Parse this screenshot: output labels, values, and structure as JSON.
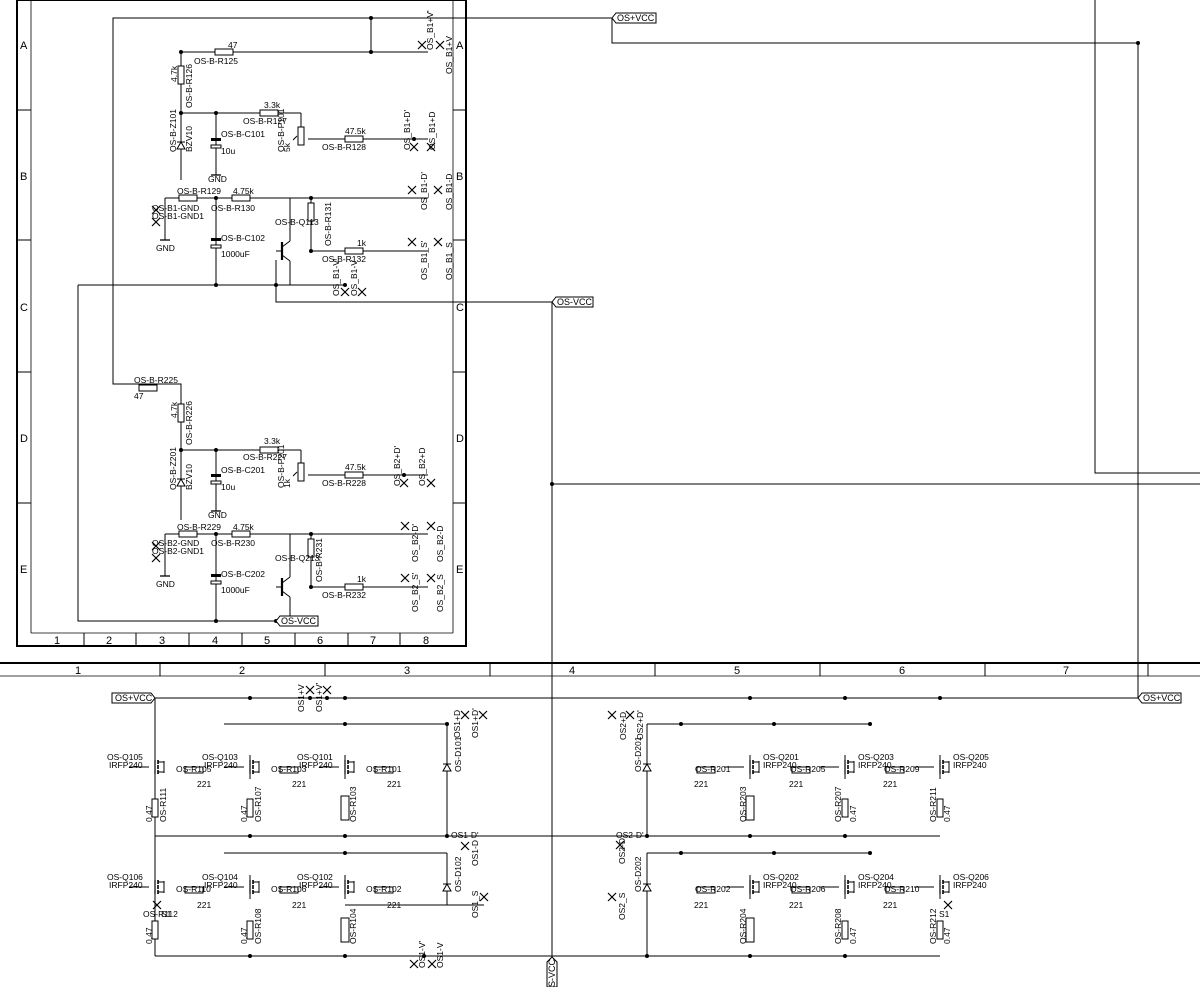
{
  "frame": {
    "rows": [
      "A",
      "B",
      "C",
      "D",
      "E"
    ],
    "inner_cols": [
      "1",
      "2",
      "3",
      "4",
      "5",
      "6",
      "7",
      "8"
    ],
    "outer_cols": [
      "1",
      "2",
      "3",
      "4",
      "5",
      "6",
      "7"
    ]
  },
  "nets": {
    "pos_vcc": "OS+VCC",
    "neg_vcc": "OS-VCC",
    "neg_vcc_bottom": "S-VCC",
    "gnd": "GND"
  },
  "upper_block": {
    "r125": {
      "ref": "OS-B-R125",
      "val": "47"
    },
    "r126": {
      "ref": "OS-B-R126",
      "val": "4.7k"
    },
    "z101": {
      "ref": "OS-B-Z101",
      "val": "BZV10"
    },
    "c101": {
      "ref": "OS-B-C101",
      "val": "10u"
    },
    "r127": {
      "ref": "OS-B-R127",
      "val": "3.3k"
    },
    "p101": {
      "ref": "OS-B-P101",
      "val": "5k"
    },
    "r128": {
      "ref": "OS-B-R128",
      "val": "47.5k"
    },
    "r129": {
      "ref": "OS-B-R129",
      "val": "4.75k"
    },
    "r130": {
      "ref": "OS-B-R130"
    },
    "gnd1a": "OS-B1-GND",
    "gnd1b": "OS-B1-GND1",
    "c102": {
      "ref": "OS-B-C102",
      "val": "1000uF"
    },
    "q113": {
      "ref": "OS-B-Q113"
    },
    "r131": {
      "ref": "OS-B-R131"
    },
    "r132": {
      "ref": "OS-B-R132",
      "val": "1k"
    },
    "pads": [
      "OS_B1+V'",
      "OS_B1+V",
      "OS_B1+D'",
      "OS_B1+D",
      "OS_B1-D'",
      "OS_B1-D",
      "OS_B1_S'",
      "OS_B1_S",
      "OS_B1-V'",
      "OS_B1-V"
    ]
  },
  "lower_block": {
    "r225": {
      "ref": "OS-B-R225",
      "val": "47"
    },
    "r226": {
      "ref": "OS-B-R226",
      "val": "4.7k"
    },
    "z201": {
      "ref": "OS-B-Z201",
      "val": "BZV10"
    },
    "c201": {
      "ref": "OS-B-C201",
      "val": "10u"
    },
    "r227": {
      "ref": "OS-B-R227",
      "val": "3.3k"
    },
    "p201": {
      "ref": "OS-B-P201",
      "val": "1k"
    },
    "r228": {
      "ref": "OS-B-R228",
      "val": "47.5k"
    },
    "r229": {
      "ref": "OS-B-R229",
      "val": "4.75k"
    },
    "r230": {
      "ref": "OS-B-R230"
    },
    "gnd2a": "OS-B2-GND",
    "gnd2b": "OS-B2-GND1",
    "c202": {
      "ref": "OS-B-C202",
      "val": "1000uF"
    },
    "q213": {
      "ref": "OS-B-Q213"
    },
    "r231": {
      "ref": "OS-B-R231"
    },
    "r232": {
      "ref": "OS-B-R232",
      "val": "1k"
    },
    "pads": [
      "OS_B2+D'",
      "OS_B2+D",
      "OS_B2-D'",
      "OS_B2-D",
      "OS_B2_S'",
      "OS_B2_S"
    ]
  },
  "output_stage": {
    "mosfet_type": "IRFP240",
    "gate_r": "221",
    "source_r": "0.47",
    "left_top_q": [
      "OS-Q105",
      "OS-Q103",
      "OS-Q101"
    ],
    "left_top_gr": [
      "OS-R105",
      "OS-R103",
      "OS-R101"
    ],
    "left_top_sr": [
      "OS-R111",
      "OS-R107",
      "OS-R103"
    ],
    "left_bot_q": [
      "OS-Q106",
      "OS-Q104",
      "OS-Q102"
    ],
    "left_bot_gr": [
      "OS-R110",
      "OS-R106",
      "OS-R102"
    ],
    "left_bot_sr": [
      "OS-R112",
      "OS-R108",
      "OS-R104"
    ],
    "right_top_q": [
      "OS-Q201",
      "OS-Q203",
      "OS-Q205"
    ],
    "right_top_gr": [
      "OS-R201",
      "OS-R205",
      "OS-R209"
    ],
    "right_top_sr": [
      "OS-R203",
      "OS-R207",
      "OS-R211"
    ],
    "right_bot_q": [
      "OS-Q202",
      "OS-Q204",
      "OS-Q206"
    ],
    "right_bot_gr": [
      "OS-R202",
      "OS-R206",
      "OS-R210"
    ],
    "right_bot_sr": [
      "OS-R204",
      "OS-R208",
      "OS-R212"
    ],
    "diodes": [
      "OS-D101",
      "OS-D102",
      "OS-D201",
      "OS-D202"
    ],
    "pads": [
      "OS1+V",
      "OS1+V'",
      "OS1+D",
      "OS1+D'",
      "OS1-D'",
      "OS1-D",
      "OS1_S",
      "OS1-V'",
      "OS1-V",
      "S1",
      "OS2+D",
      "OS2+D'",
      "OS2-D'",
      "OS2-D",
      "OS2_S"
    ]
  }
}
